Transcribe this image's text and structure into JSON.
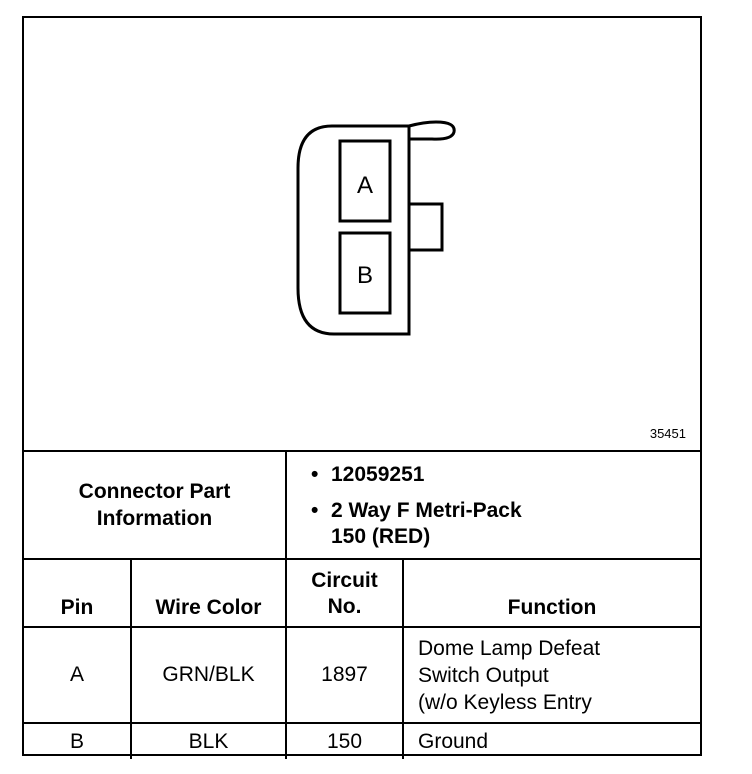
{
  "diagram": {
    "figure_id": "35451",
    "pin_labels": [
      "A",
      "B"
    ]
  },
  "connector_info": {
    "label_line1": "Connector Part",
    "label_line2": "Information",
    "items": [
      {
        "line1": "12059251",
        "line2": ""
      },
      {
        "line1": "2 Way F Metri-Pack",
        "line2": "150 (RED)"
      }
    ]
  },
  "table": {
    "headers": {
      "pin": "Pin",
      "wire_color": "Wire Color",
      "circuit_line1": "Circuit",
      "circuit_line2": "No.",
      "function": "Function"
    },
    "rows": [
      {
        "pin": "A",
        "wire_color": "GRN/BLK",
        "circuit": "1897",
        "function_lines": [
          "Dome Lamp Defeat",
          "Switch Output",
          "(w/o Keyless Entry"
        ]
      },
      {
        "pin": "B",
        "wire_color": "BLK",
        "circuit": "150",
        "function_lines": [
          "Ground"
        ]
      }
    ]
  }
}
